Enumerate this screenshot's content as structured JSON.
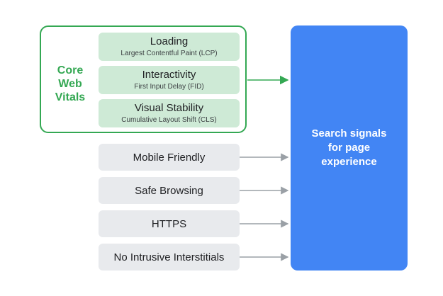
{
  "core_web_vitals": {
    "label_lines": [
      "Core",
      "Web",
      "Vitals"
    ],
    "metrics": [
      {
        "title": "Loading",
        "subtitle": "Largest Contentful Paint (LCP)"
      },
      {
        "title": "Interactivity",
        "subtitle": "First Input Delay (FID)"
      },
      {
        "title": "Visual Stability",
        "subtitle": "Cumulative Layout Shift (CLS)"
      }
    ]
  },
  "factors": [
    "Mobile Friendly",
    "Safe Browsing",
    "HTTPS",
    "No Intrusive Interstitials"
  ],
  "target": {
    "label_lines": [
      "Search signals",
      "for page",
      "experience"
    ]
  },
  "colors": {
    "green": "#34a853",
    "green_fill": "#ceead6",
    "gray_fill": "#e8eaed",
    "blue": "#4285f4",
    "arrow_gray": "#9aa0a6"
  }
}
